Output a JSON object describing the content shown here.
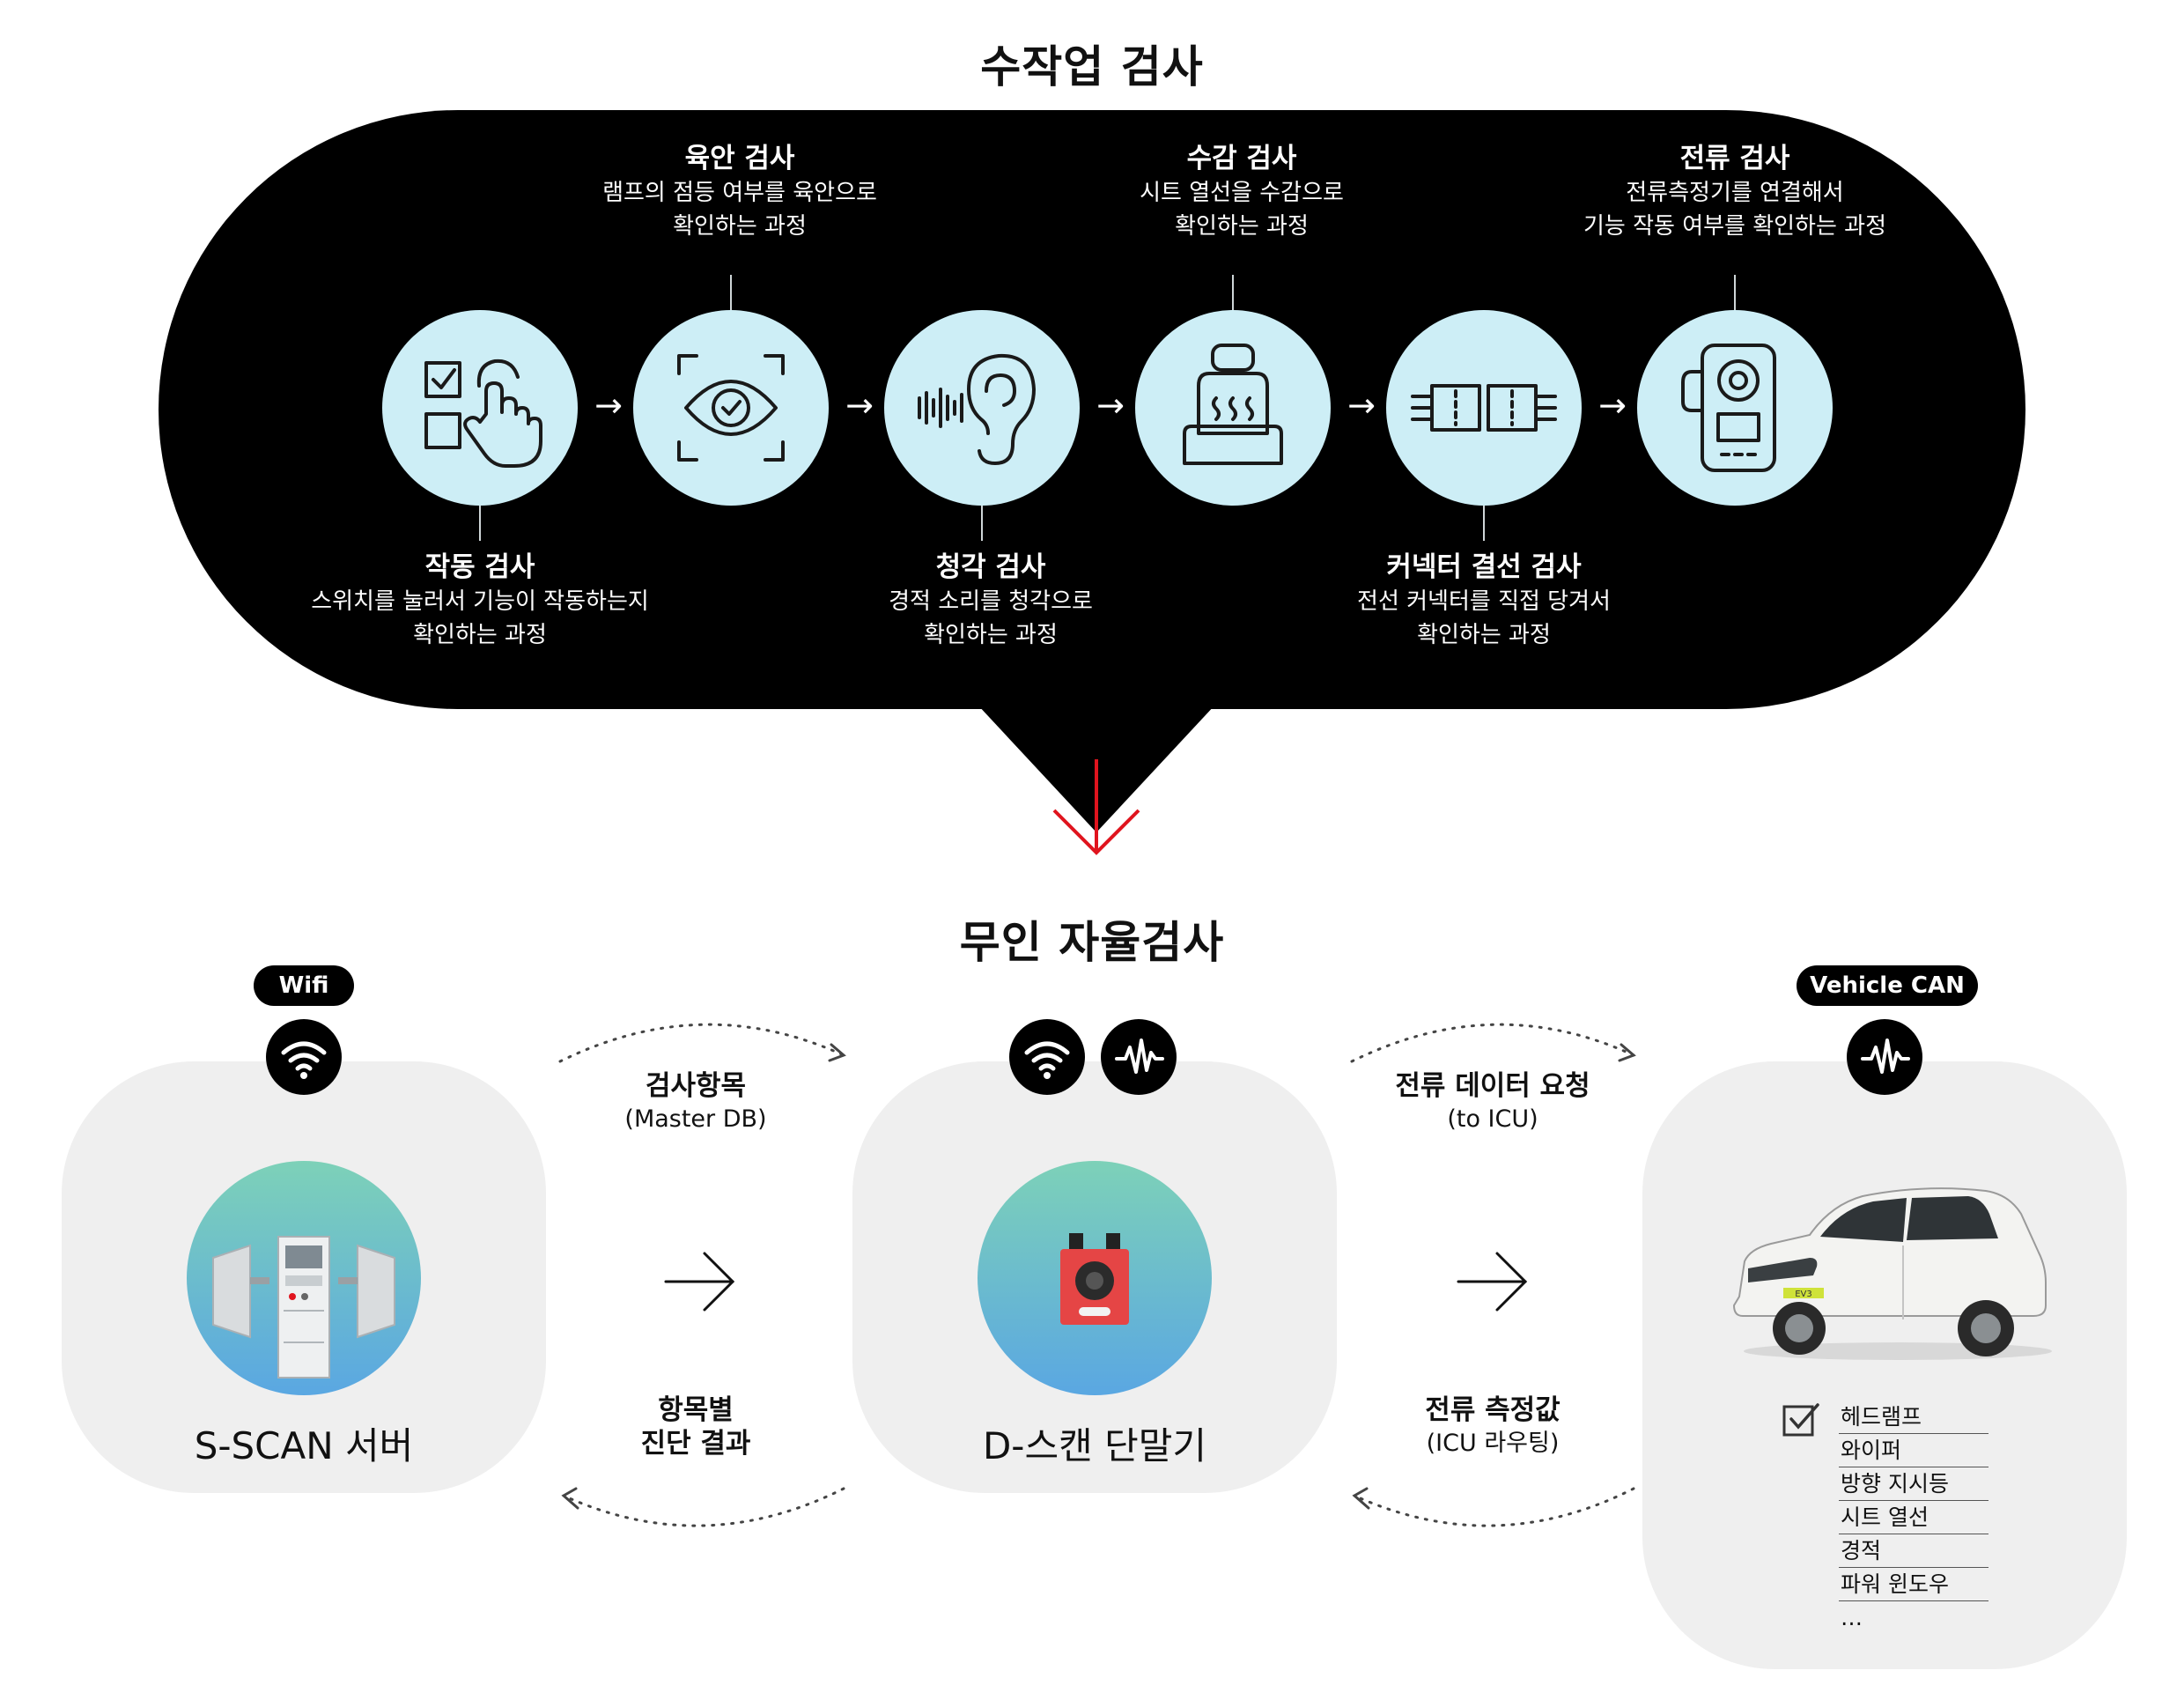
{
  "manual": {
    "title": "수작업 검사",
    "steps": [
      {
        "title": "작동 검사",
        "desc1": "스위치를 눌러서 기능이 작동하는지",
        "desc2": "확인하는 과정",
        "icon": "switch-press-icon"
      },
      {
        "title": "육안 검사",
        "desc1": "램프의 점등 여부를 육안으로",
        "desc2": "확인하는 과정",
        "icon": "eye-check-icon"
      },
      {
        "title": "청각 검사",
        "desc1": "경적 소리를 청각으로",
        "desc2": "확인하는 과정",
        "icon": "ear-icon"
      },
      {
        "title": "수감 검사",
        "desc1": "시트 열선을 수감으로",
        "desc2": "확인하는 과정",
        "icon": "heated-seat-icon"
      },
      {
        "title": "커넥터 결선 검사",
        "desc1": "전선 커넥터를 직접 당겨서",
        "desc2": "확인하는 과정",
        "icon": "connector-icon"
      },
      {
        "title": "전류 검사",
        "desc1": "전류측정기를 연결해서",
        "desc2": "기능 작동 여부를 확인하는 과정",
        "icon": "current-meter-icon"
      }
    ],
    "arrow_glyph": "→"
  },
  "auto": {
    "title": "무인 자율검사",
    "server": {
      "badge": "Wifi",
      "label": "S-SCAN 서버",
      "icon": "wifi-icon"
    },
    "terminal": {
      "label": "D-스캔 단말기",
      "icons": [
        "wifi-icon",
        "signal-wave-icon"
      ]
    },
    "vehicle": {
      "badge": "Vehicle CAN",
      "icon": "signal-wave-icon",
      "checklist": [
        "헤드램프",
        "와이퍼",
        "방향 지시등",
        "시트 열선",
        "경적",
        "파워 윈도우",
        "…"
      ]
    },
    "flows": {
      "server_to_terminal": {
        "title": "검사항목",
        "sub": "(Master DB)"
      },
      "terminal_to_server": {
        "title1": "항목별",
        "title2": "진단 결과"
      },
      "terminal_to_vehicle": {
        "title": "전류 데이터 요청",
        "sub": "(to ICU)"
      },
      "vehicle_to_terminal": {
        "title": "전류 측정값",
        "sub": "(ICU 라우팅)"
      }
    }
  },
  "colors": {
    "capsule": "#000000",
    "step_circle": "#cdeef6",
    "red_arrow": "#e0141e",
    "panel": "#efefef"
  }
}
